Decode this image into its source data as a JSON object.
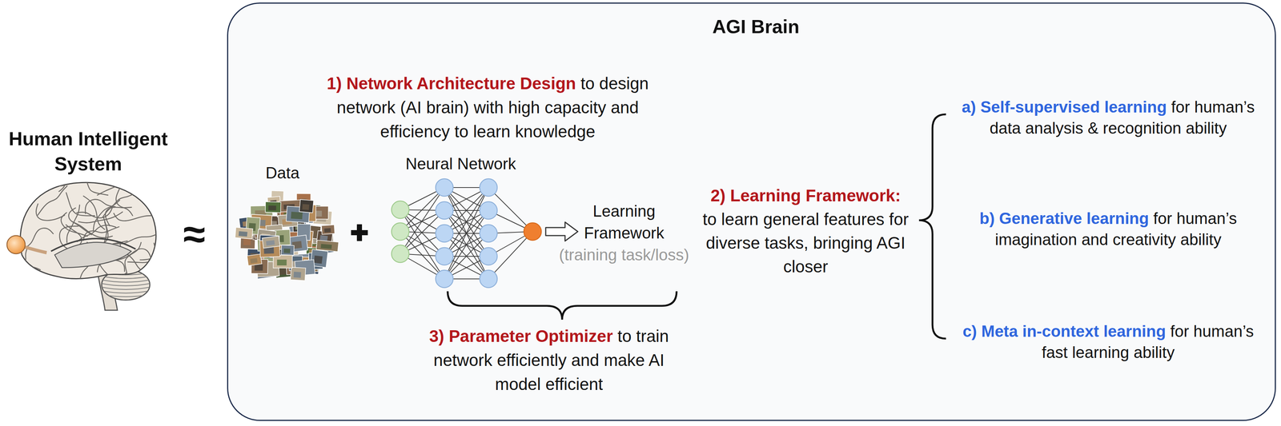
{
  "diagram": {
    "nodes": [
      {
        "text": [
          "AGI Brain"
        ]
      }
    ],
    "labels": [
      "Human Intelligent System",
      "≈",
      "1) Network Architecture Design",
      "to design network (AI brain) with high capacity and efficiency to learn knowledge",
      "Data",
      "Neural Network",
      "Learning Framework",
      "(training task/loss)",
      "2) Learning Framework:",
      "to learn general features for diverse tasks, bringing AGI closer",
      "3) Parameter Optimizer",
      "to train network efficiently and make AI model efficient",
      "a) Self-supervised learning",
      "for human’s data analysis & recognition ability",
      "b) Generative learning",
      "for human’s imagination and creativity ability",
      "c) Meta in-context learning",
      "for human’s fast learning ability"
    ]
  }
}
